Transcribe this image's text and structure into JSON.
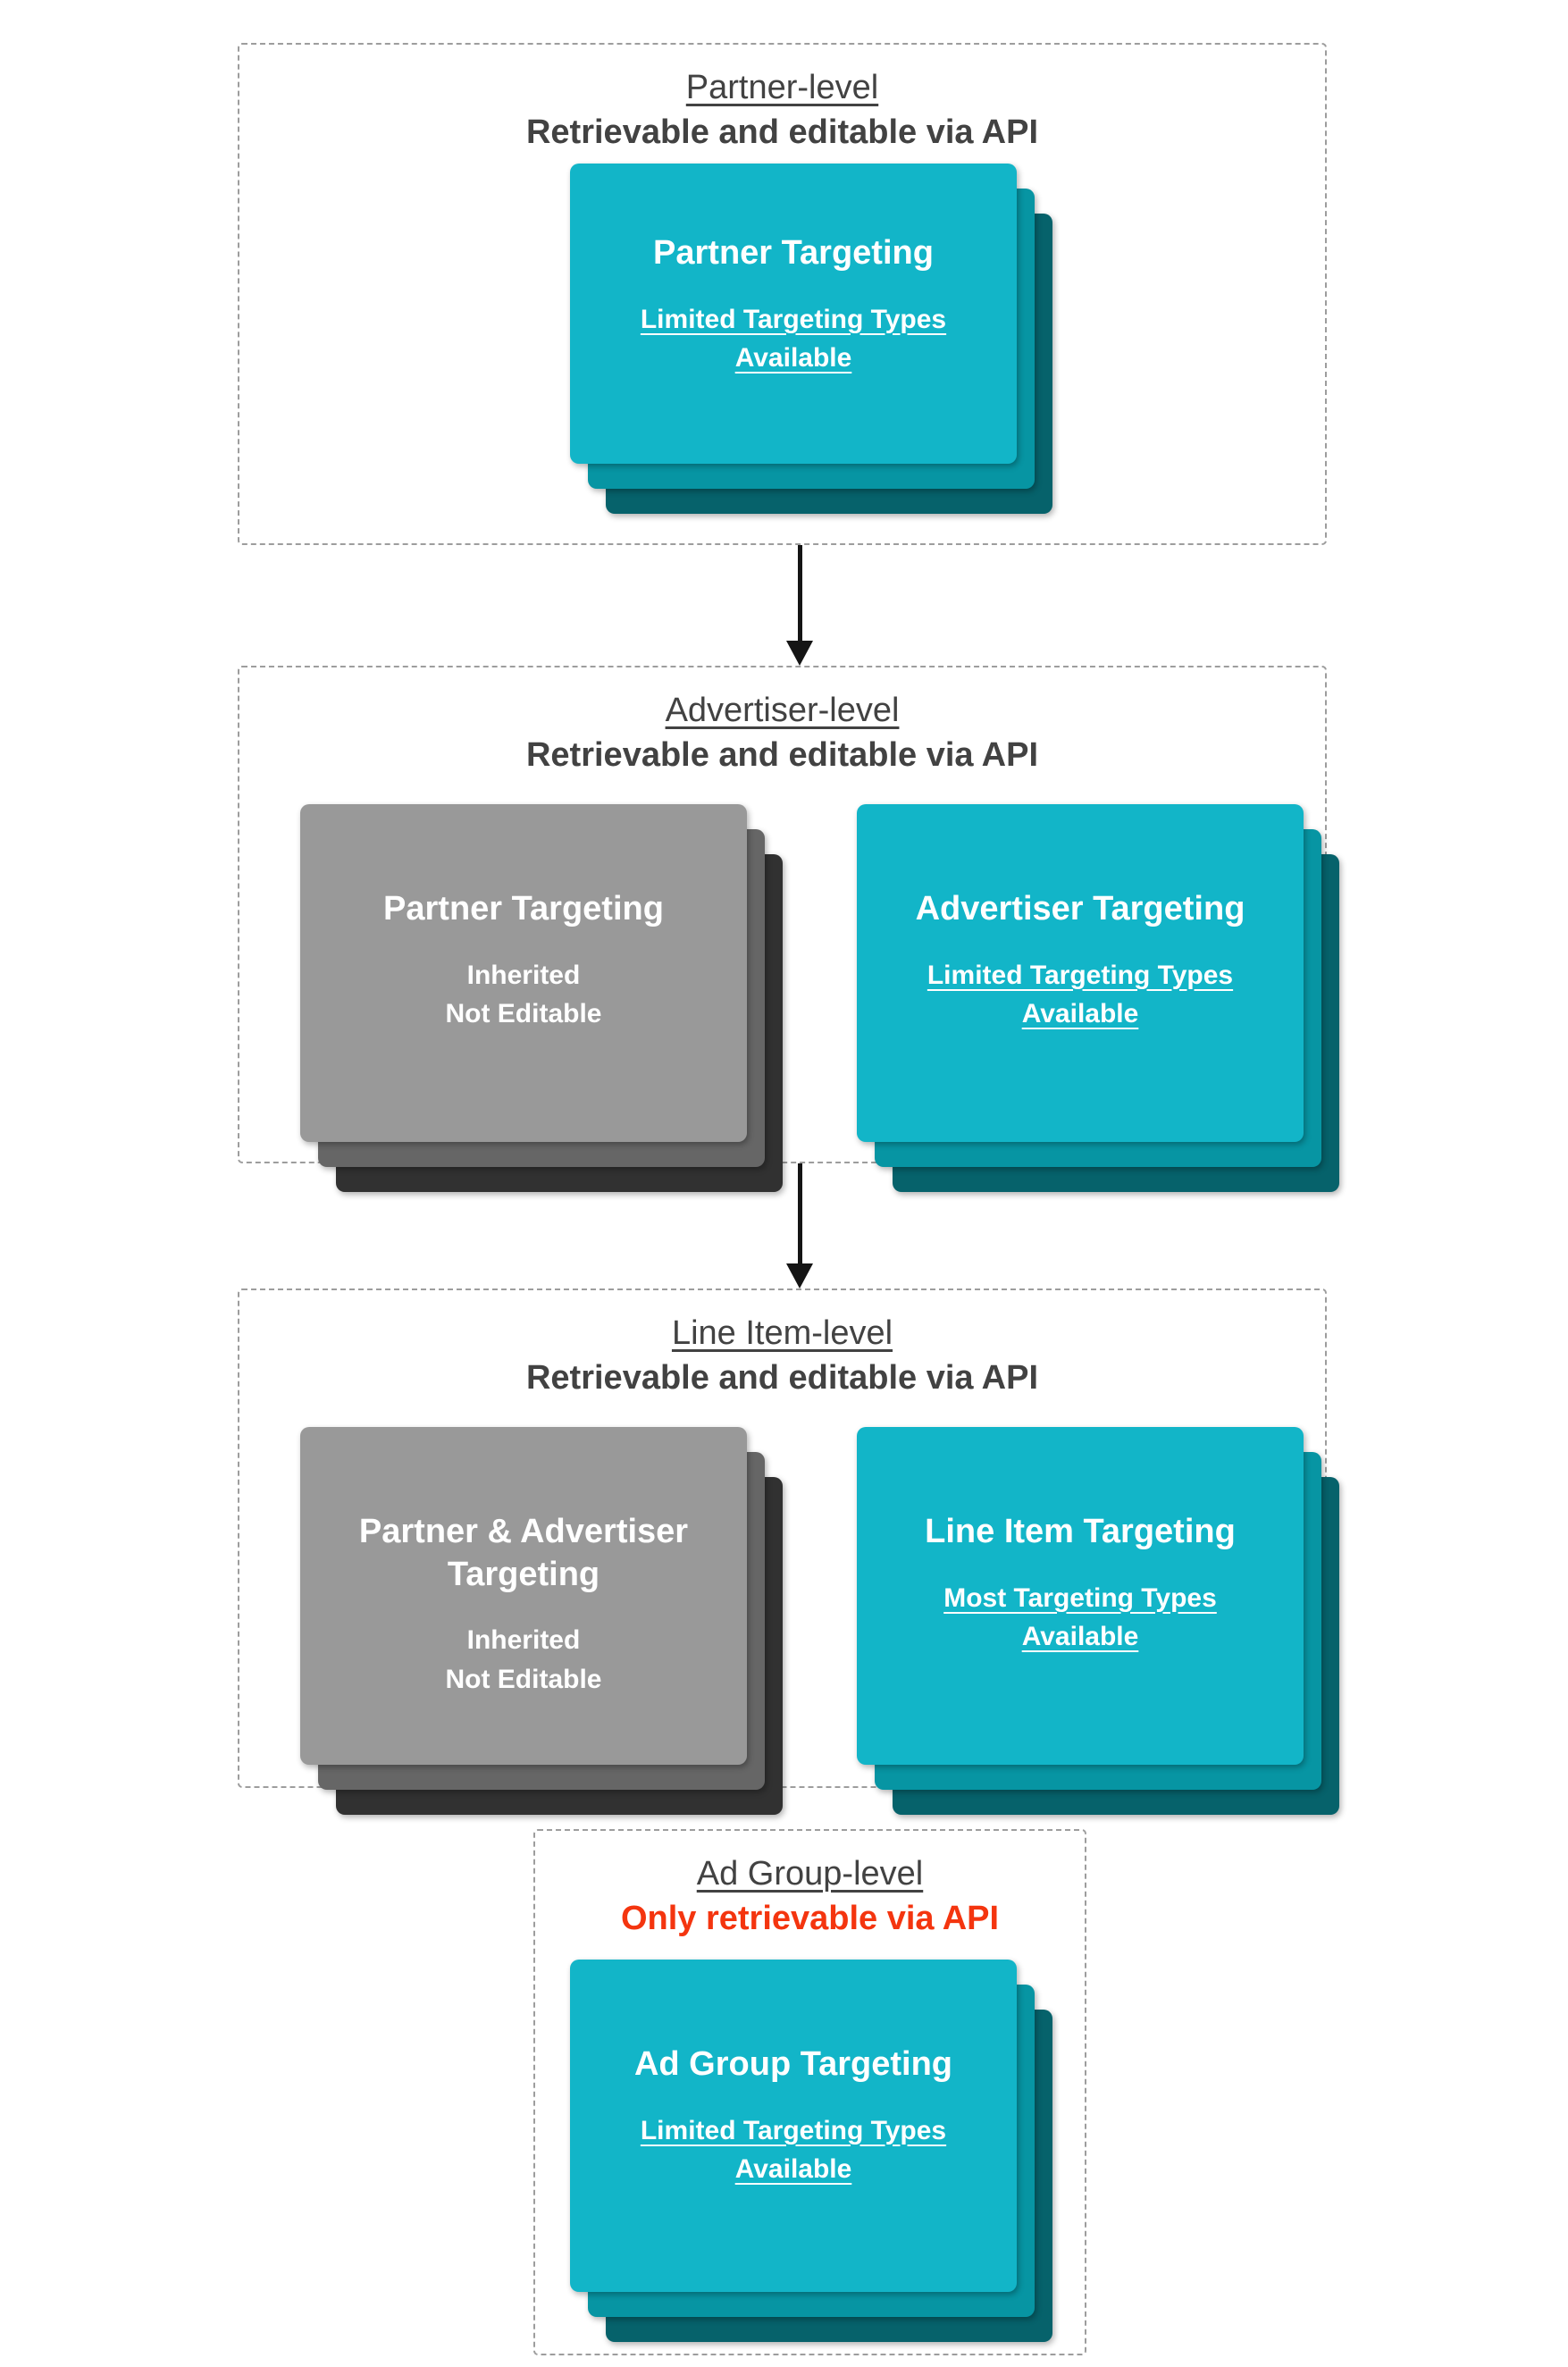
{
  "colors": {
    "teal_front": "#12b5c8",
    "teal_mid": "#0795a3",
    "teal_back": "#06626b",
    "gray_front": "#999999",
    "gray_mid": "#666666",
    "gray_back": "#313131",
    "heading": "#424242",
    "red_accent": "#f4350f",
    "dash_border": "#9d9d9d"
  },
  "sections": [
    {
      "title": "Partner-level",
      "subtitle": "Retrievable and editable via API",
      "cards": [
        {
          "title": "Partner Targeting",
          "body": "Limited Targeting Types Available"
        }
      ]
    },
    {
      "title": "Advertiser-level",
      "subtitle": "Retrievable and editable via API",
      "cards": [
        {
          "title": "Partner Targeting",
          "body": "Inherited\nNot Editable"
        },
        {
          "title": "Advertiser Targeting",
          "body": "Limited Targeting Types Available"
        }
      ]
    },
    {
      "title": "Line Item-level",
      "subtitle": "Retrievable and editable via API",
      "cards": [
        {
          "title": "Partner & Advertiser Targeting",
          "body": "Inherited\nNot Editable"
        },
        {
          "title": "Line Item Targeting",
          "body": "Most Targeting Types Available"
        }
      ]
    },
    {
      "title": "Ad Group-level",
      "subtitle": "Only retrievable via API",
      "cards": [
        {
          "title": "Ad Group Targeting",
          "body": "Limited Targeting Types Available"
        }
      ]
    }
  ]
}
